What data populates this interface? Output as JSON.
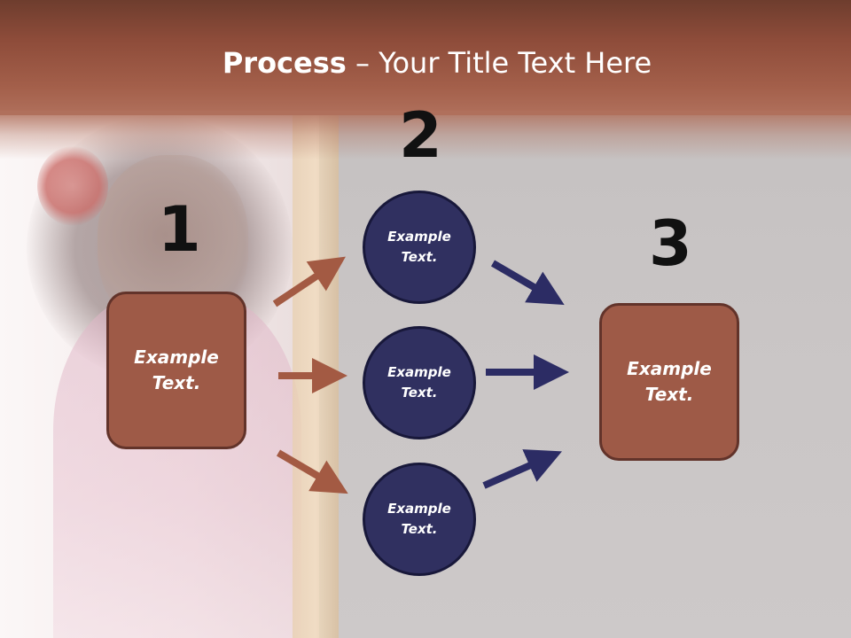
{
  "title": {
    "bold": "Process",
    "rest": " – Your Title Text Here"
  },
  "steps": [
    {
      "number": "1",
      "text": "Example Text."
    },
    {
      "number": "2"
    },
    {
      "number": "3",
      "text": "Example Text."
    }
  ],
  "circles": [
    {
      "text": "Example Text."
    },
    {
      "text": "Example Text."
    },
    {
      "text": "Example Text."
    }
  ],
  "colors": {
    "header": "#a35f4a",
    "box_fill": "#9e5a47",
    "box_border": "#62332a",
    "circle_fill": "#303060",
    "circle_border": "#18183a",
    "arrow_left": "#a35a43",
    "arrow_right": "#2c2c64"
  }
}
